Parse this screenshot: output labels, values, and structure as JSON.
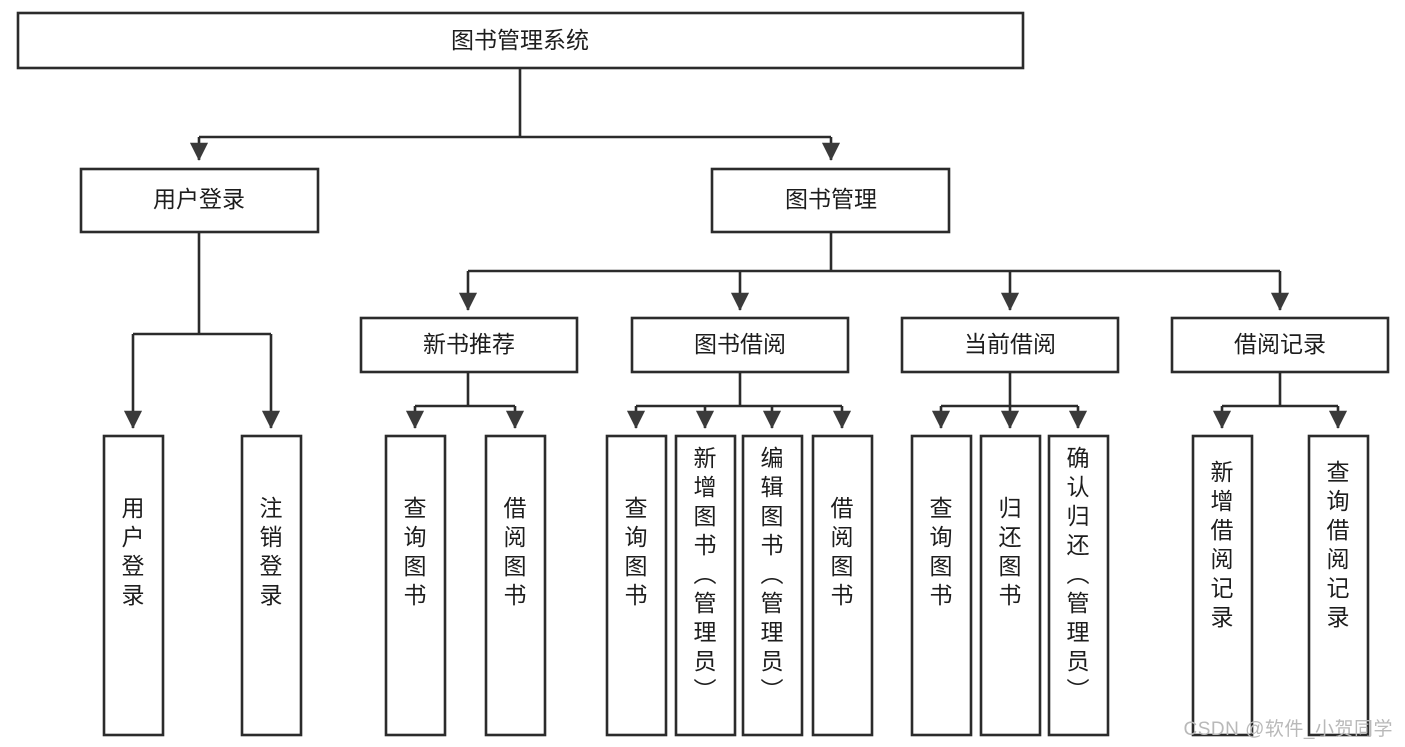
{
  "diagram": {
    "title": "图书管理系统",
    "type": "tree-hierarchy",
    "watermark": "CSDN @软件_小贺同学",
    "colors": {
      "stroke": "#2b2b2b",
      "fill": "#ffffff",
      "text": "#1d1d1d",
      "watermark": "#b9b9b9"
    },
    "levels": {
      "root": {
        "label": "图书管理系统"
      },
      "level2": [
        {
          "id": "user-login",
          "label": "用户登录"
        },
        {
          "id": "book-manage",
          "label": "图书管理"
        }
      ],
      "level3": [
        {
          "id": "new-book-recommend",
          "label": "新书推荐",
          "parent": "book-manage"
        },
        {
          "id": "book-borrow",
          "label": "图书借阅",
          "parent": "book-manage"
        },
        {
          "id": "current-borrow",
          "label": "当前借阅",
          "parent": "book-manage"
        },
        {
          "id": "borrow-record",
          "label": "借阅记录",
          "parent": "book-manage"
        }
      ],
      "leaves": [
        {
          "id": "leaf-user-login",
          "label": "用户登录",
          "parent": "user-login"
        },
        {
          "id": "leaf-logout-login",
          "label": "注销登录",
          "parent": "user-login"
        },
        {
          "id": "leaf-query-book-1",
          "label": "查询图书",
          "parent": "new-book-recommend"
        },
        {
          "id": "leaf-borrow-book-1",
          "label": "借阅图书",
          "parent": "new-book-recommend"
        },
        {
          "id": "leaf-query-book-2",
          "label": "查询图书",
          "parent": "book-borrow"
        },
        {
          "id": "leaf-add-book",
          "label": "新增图书（管理员）",
          "parent": "book-borrow"
        },
        {
          "id": "leaf-edit-book",
          "label": "编辑图书（管理员）",
          "parent": "book-borrow"
        },
        {
          "id": "leaf-borrow-book-2",
          "label": "借阅图书",
          "parent": "book-borrow"
        },
        {
          "id": "leaf-query-book-3",
          "label": "查询图书",
          "parent": "current-borrow"
        },
        {
          "id": "leaf-return-book",
          "label": "归还图书",
          "parent": "current-borrow"
        },
        {
          "id": "leaf-confirm-return",
          "label": "确认归还（管理员）",
          "parent": "current-borrow"
        },
        {
          "id": "leaf-add-record",
          "label": "新增借阅记录",
          "parent": "borrow-record"
        },
        {
          "id": "leaf-query-record",
          "label": "查询借阅记录",
          "parent": "borrow-record"
        }
      ]
    }
  }
}
